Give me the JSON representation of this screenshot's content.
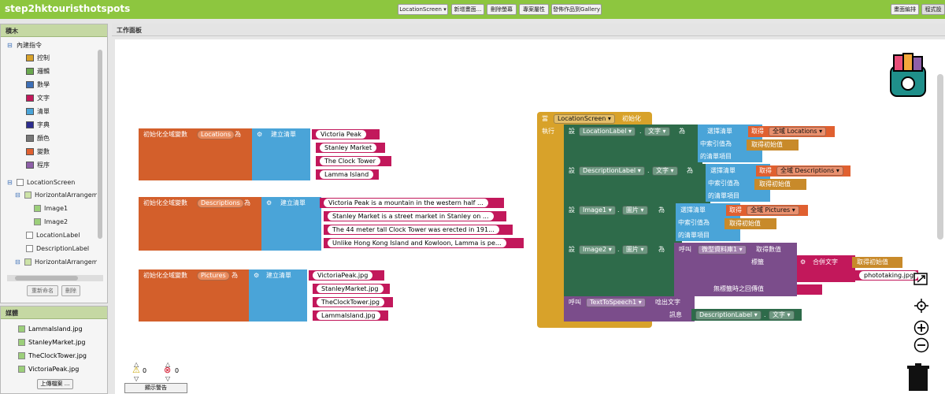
{
  "app": {
    "title": "step2hktouristhotspots"
  },
  "toolbar": {
    "screen_select": "LocationScreen",
    "add_screen": "新增畫面...",
    "remove_screen": "刪除螢幕",
    "project_props": "專案屬性",
    "publish_gallery": "發佈作品到Gallery",
    "designer": "畫面編排",
    "blocks": "程式設"
  },
  "palette": {
    "header": "積木",
    "builtin": "內建指令",
    "categories": [
      {
        "label": "控制",
        "color": "#d8a22a"
      },
      {
        "label": "邏輯",
        "color": "#6aa84f"
      },
      {
        "label": "數學",
        "color": "#3d6fb6"
      },
      {
        "label": "文字",
        "color": "#c2185b"
      },
      {
        "label": "清單",
        "color": "#4aa4d8"
      },
      {
        "label": "字典",
        "color": "#2d2d8f"
      },
      {
        "label": "顏色",
        "color": "#777777"
      },
      {
        "label": "變數",
        "color": "#e06030"
      },
      {
        "label": "程序",
        "color": "#8e5fa8"
      }
    ],
    "components": [
      "LocationScreen",
      "HorizontalArrangement",
      "Image1",
      "Image2",
      "LocationLabel",
      "DescriptionLabel",
      "HorizontalArrangemen"
    ],
    "rename": "重新命名",
    "delete": "刪除"
  },
  "media": {
    "header": "媒體",
    "files": [
      "LammaIsland.jpg",
      "StanleyMarket.jpg",
      "TheClockTower.jpg",
      "VictoriaPeak.jpg"
    ],
    "upload": "上傳檔案 ..."
  },
  "workspace": {
    "header": "工作面板",
    "locations": {
      "init": "初始化全域變數",
      "name": "Locations",
      "as": "為",
      "make_list": "建立清單",
      "items": [
        "Victoria Peak",
        "Stanley Market",
        "The Clock Tower",
        "Lamma Island"
      ]
    },
    "descriptions": {
      "init": "初始化全域變數",
      "name": "Descriptions",
      "as": "為",
      "make_list": "建立清單",
      "items": [
        "Victoria Peak is a mountain in the western half ...",
        "Stanley Market is a street market in Stanley on ...",
        "The 44 meter tall Clock Tower was erected in 191...",
        "Unlike Hong Kong Island and Kowloon, Lamma is pe..."
      ]
    },
    "pictures": {
      "init": "初始化全域變數",
      "name": "Pictures",
      "as": "為",
      "make_list": "建立清單",
      "items": [
        "VictoriaPeak.jpg",
        "StanleyMarket.jpg",
        "TheClockTower.jpg",
        "LammaIsland.jpg"
      ]
    },
    "event": {
      "when": "當",
      "screen": "LocationScreen",
      "init": "初始化",
      "do": "執行",
      "set": "設",
      "to": "為",
      "pick": "選擇清單",
      "index_of": "中索引值為",
      "list_item": "的清單項目",
      "get": "取得",
      "start_value": "取得初始值",
      "location_label": "LocationLabel",
      "text_prop": "文字",
      "global_locations": "全域 Locations",
      "description_label": "DescriptionLabel",
      "global_descriptions": "全域 Descriptions",
      "image1": "Image1",
      "picture_prop": "圖片",
      "global_pictures": "全域 Pictures",
      "image2": "Image2",
      "call": "呼叫",
      "tinydb": "微型資料庫1",
      "get_value": "取得數值",
      "tag": "標籤",
      "join": "合併文字",
      "phototaking": "phototaking.jpg",
      "no_tag": "無標籤時之回傳值",
      "tts": "TextToSpeech1",
      "speak": "唸出文字",
      "message": "訊息"
    },
    "warnings": {
      "warn_count": "0",
      "error_count": "0",
      "show_warnings": "顯示警告"
    }
  }
}
